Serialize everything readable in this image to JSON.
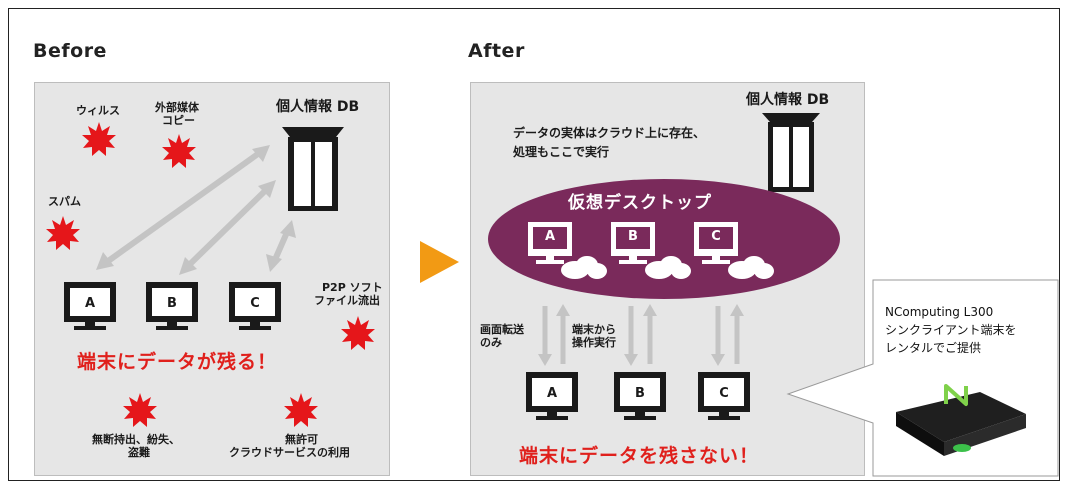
{
  "before": {
    "title": "Before",
    "db_label": "個人情報 DB",
    "threats": {
      "virus": "ウィルス",
      "external_media_1": "外部媒体",
      "external_media_2": "コピー",
      "spam": "スパム",
      "p2p_1": "P2P ソフト",
      "p2p_2": "ファイル流出",
      "loss_1": "無断持出、紛失、",
      "loss_2": "盗難",
      "cloud_1": "無許可",
      "cloud_2": "クラウドサービスの利用"
    },
    "terminals": [
      "A",
      "B",
      "C"
    ],
    "warning": "端末にデータが残る！"
  },
  "after": {
    "title": "After",
    "db_label": "個人情報 DB",
    "note_1": "データの実体はクラウド上に存在、",
    "note_2": "処理もここで実行",
    "virtual_desktop": "仮想デスクトップ",
    "vd_terminals": [
      "A",
      "B",
      "C"
    ],
    "screen_transfer_1": "画面転送",
    "screen_transfer_2": "のみ",
    "operation_1": "端末から",
    "operation_2": "操作実行",
    "terminals": [
      "A",
      "B",
      "C"
    ],
    "message": "端末にデータを残さない！"
  },
  "callout": {
    "line_1": "NComputing L300",
    "line_2": "シンクライアント端末を",
    "line_3": "レンタルでご提供"
  },
  "colors": {
    "threat_red": "#e5161a",
    "warning_red": "#e0201c",
    "virtual_desktop_purple": "#7a2a5b",
    "arrow_orange": "#f29a14",
    "arrow_gray": "#c4c4c4"
  },
  "icons": [
    "burst-icon",
    "database-icon",
    "monitor-icon",
    "cloud-icon",
    "thin-client-device-icon"
  ]
}
